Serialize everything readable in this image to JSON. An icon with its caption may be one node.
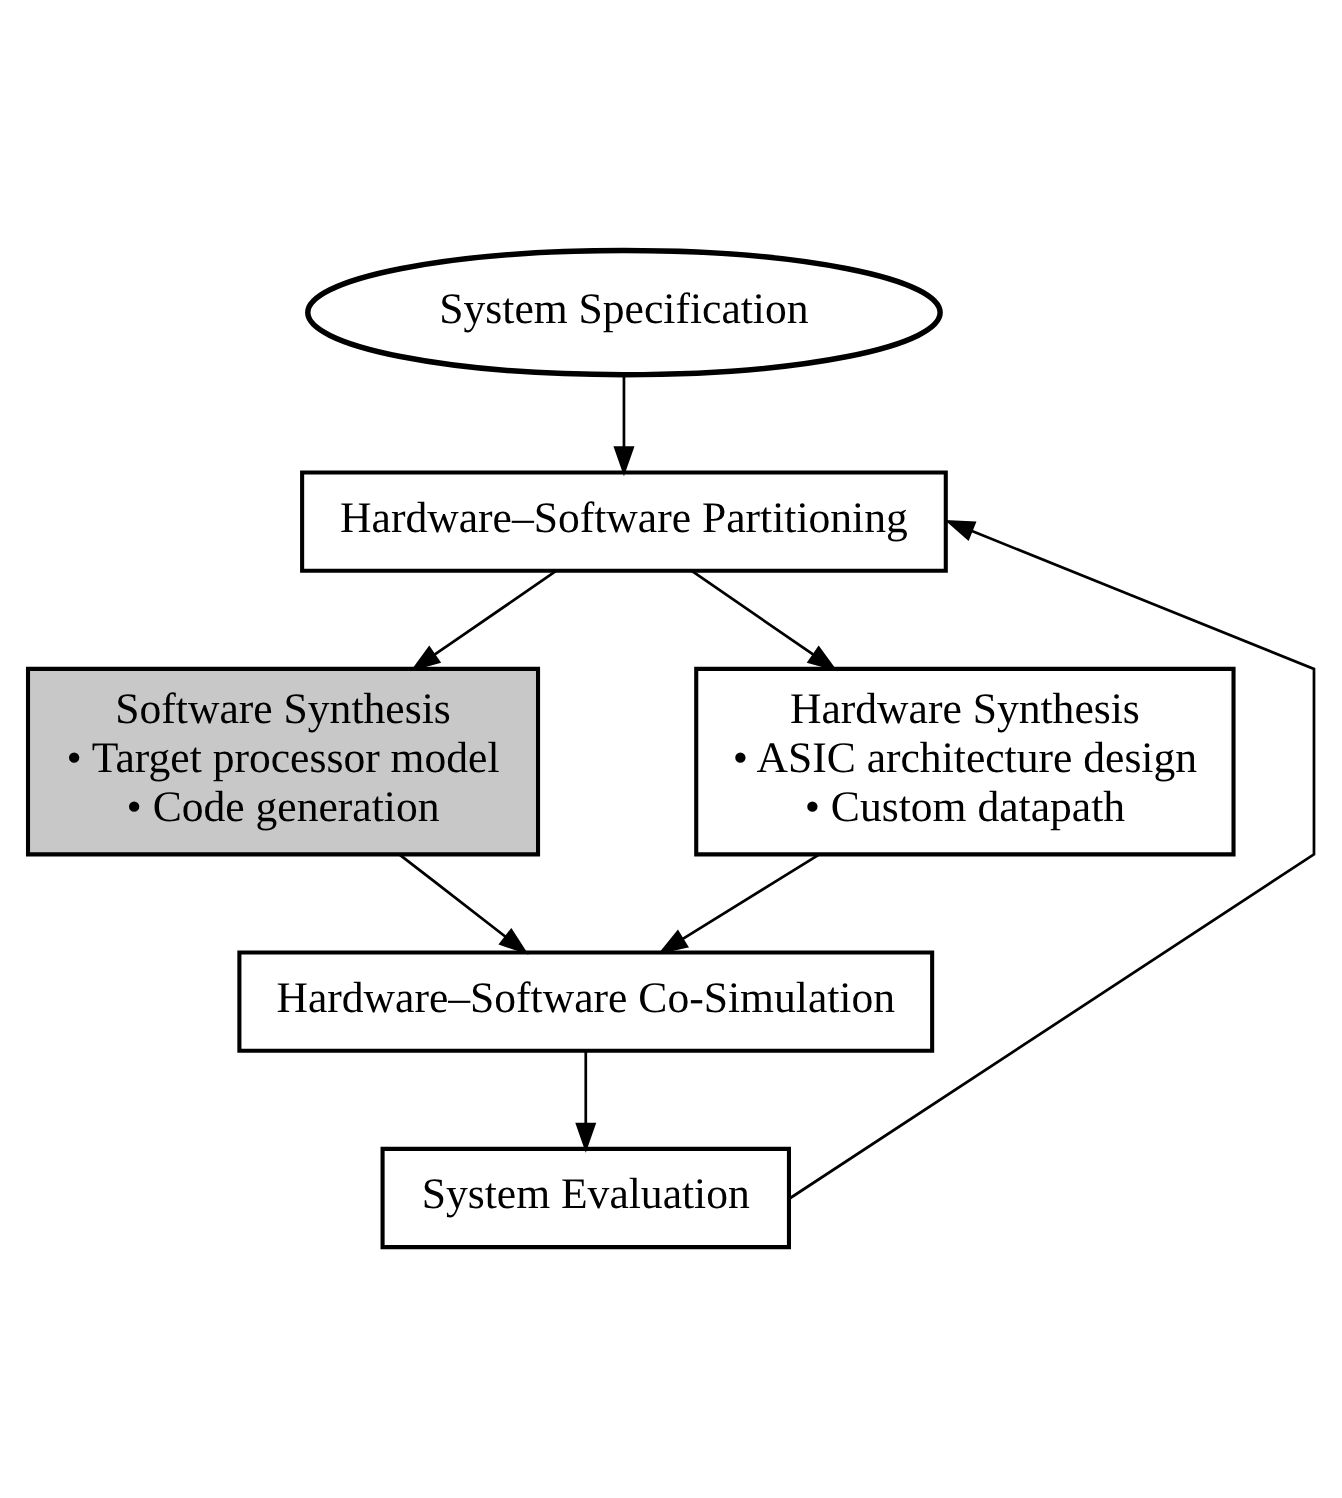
{
  "diagram": {
    "nodes": [
      {
        "text": [
          "System Specification"
        ]
      },
      {
        "text": [
          "Hardware–Software Partitioning"
        ]
      },
      {
        "text": [
          "Software Synthesis",
          "• Target processor model",
          "• Code generation"
        ]
      },
      {
        "text": [
          "Hardware Synthesis",
          "• ASIC architecture design",
          "• Custom datapath"
        ]
      },
      {
        "text": [
          "Hardware–Software Co-Simulation"
        ]
      },
      {
        "text": [
          "System Evaluation"
        ]
      }
    ],
    "edges": [
      {
        "from": 0,
        "to": 1,
        "arrow": "to"
      },
      {
        "from": 1,
        "to": 2,
        "arrow": "to"
      },
      {
        "from": 1,
        "to": 3,
        "arrow": "to"
      },
      {
        "from": 2,
        "to": 4,
        "arrow": "to"
      },
      {
        "from": 3,
        "to": 4,
        "arrow": "to"
      },
      {
        "from": 4,
        "to": 5,
        "arrow": "to"
      },
      {
        "from": 5,
        "to": 1,
        "arrow": "to"
      }
    ]
  }
}
